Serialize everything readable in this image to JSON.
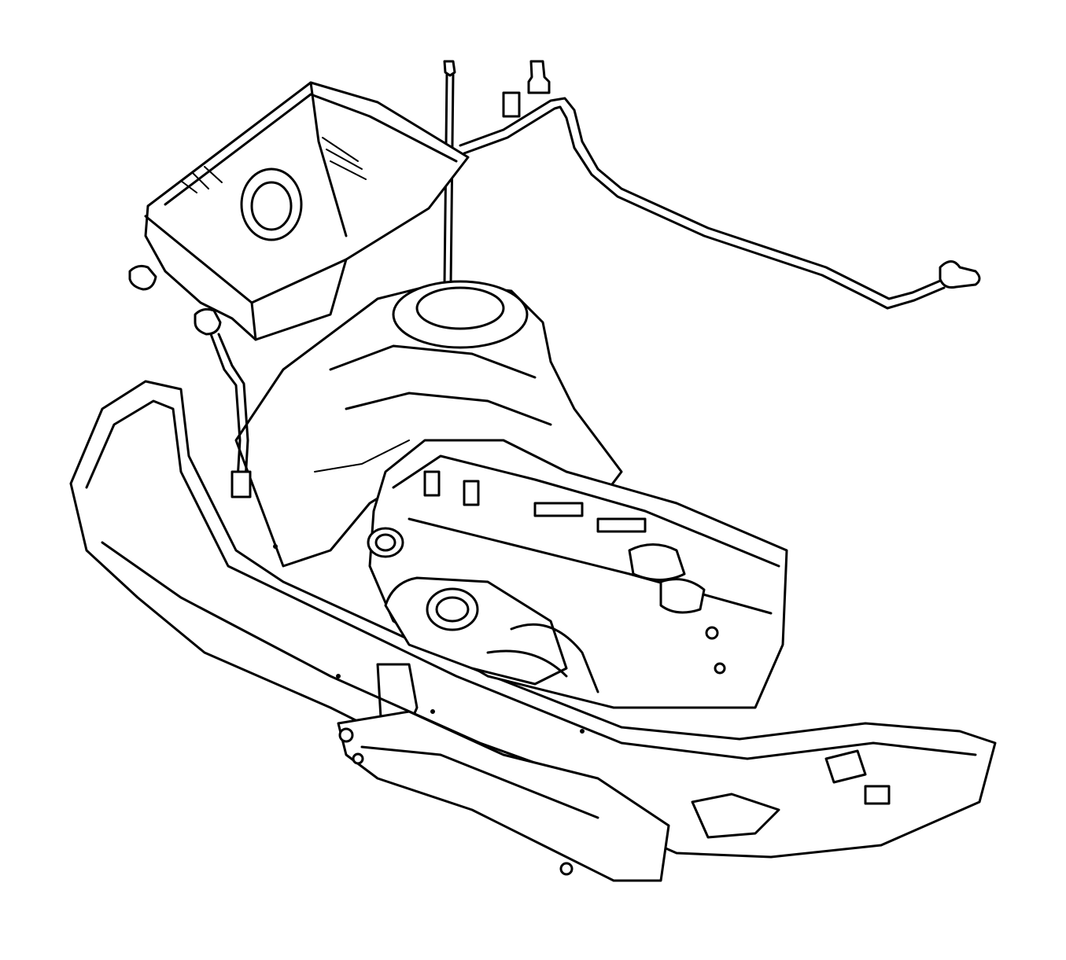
{
  "diagram": {
    "style": "line-art",
    "stroke_color": "#000000",
    "background_color": "#ffffff",
    "components": [
      {
        "id": "air-cleaner-housing"
      },
      {
        "id": "crankcase-vent-hose"
      },
      {
        "id": "dipstick-tube"
      },
      {
        "id": "fuel-feed-line"
      },
      {
        "id": "transmission-bellhousing"
      },
      {
        "id": "engine-cylinder-head"
      },
      {
        "id": "exhaust-manifold"
      },
      {
        "id": "front-crossmember"
      },
      {
        "id": "front-frame-rail"
      }
    ]
  }
}
